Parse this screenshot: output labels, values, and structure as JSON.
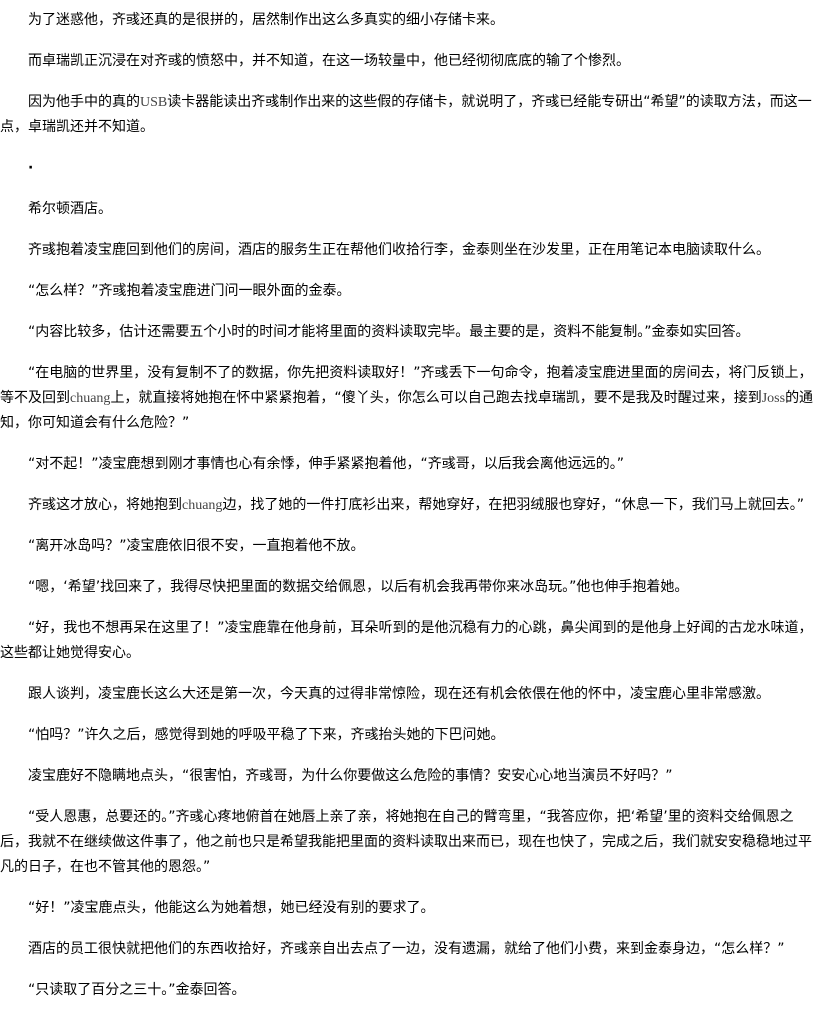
{
  "article": {
    "paragraphs": [
      [
        {
          "t": "为了迷惑他，齐彧还真的是很拼的，居然制作出这么多真实的细小存储卡来。"
        }
      ],
      [
        {
          "t": "而卓瑞凯正沉浸在对齐彧的愤怒中，并不知道，在这一场较量中，他已经彻彻底底的输了个惨烈。"
        }
      ],
      [
        {
          "t": "因为他手中的真的"
        },
        {
          "t": "USB",
          "latin": true
        },
        {
          "t": "读卡器能读出齐彧制作出来的这些假的存储卡，就说明了，齐彧已经能专研出“希望”的读取方法，而这一点，卓瑞凯还并不知道。"
        }
      ],
      [
        {
          "t": "·"
        }
      ],
      [
        {
          "t": "希尔顿酒店。"
        }
      ],
      [
        {
          "t": "齐彧抱着凌宝鹿回到他们的房间，酒店的服务生正在帮他们收拾行李，金泰则坐在沙发里，正在用笔记本电脑读取什么。"
        }
      ],
      [
        {
          "t": "“怎么样？”齐彧抱着凌宝鹿进门问一眼外面的金泰。"
        }
      ],
      [
        {
          "t": "“内容比较多，估计还需要五个小时的时间才能将里面的资料读取完毕。最主要的是，资料不能复制。”金泰如实回答。"
        }
      ],
      [
        {
          "t": "“在电脑的世界里，没有复制不了的数据，你先把资料读取好！”齐彧丢下一句命令，抱着凌宝鹿进里面的房间去，将门反锁上，等不及回到"
        },
        {
          "t": "chuang",
          "latin": true
        },
        {
          "t": "上，就直接将她抱在怀中紧紧抱着，“傻丫头，你怎么可以自己跑去找卓瑞凯，要不是我及时醒过来，接到"
        },
        {
          "t": "Joss",
          "latin": true
        },
        {
          "t": "的通知，你可知道会有什么危险？”"
        }
      ],
      [
        {
          "t": "“对不起！”凌宝鹿想到刚才事情也心有余悸，伸手紧紧抱着他，“齐彧哥，以后我会离他远远的。”"
        }
      ],
      [
        {
          "t": "齐彧这才放心，将她抱到"
        },
        {
          "t": "chuang",
          "latin": true
        },
        {
          "t": "边，找了她的一件打底衫出来，帮她穿好，在把羽绒服也穿好，“休息一下，我们马上就回去。”"
        }
      ],
      [
        {
          "t": "“离开冰岛吗？”凌宝鹿依旧很不安，一直抱着他不放。"
        }
      ],
      [
        {
          "t": "“嗯，‘希望’找回来了，我得尽快把里面的数据交给佩恩，以后有机会我再带你来冰岛玩。”他也伸手抱着她。"
        }
      ],
      [
        {
          "t": "“好，我也不想再呆在这里了！”凌宝鹿靠在他身前，耳朵听到的是他沉稳有力的心跳，鼻尖闻到的是他身上好闻的古龙水味道，这些都让她觉得安心。"
        }
      ],
      [
        {
          "t": "跟人谈判，凌宝鹿长这么大还是第一次，今天真的过得非常惊险，现在还有机会依偎在他的怀中，凌宝鹿心里非常感激。"
        }
      ],
      [
        {
          "t": "“怕吗？”许久之后，感觉得到她的呼吸平稳了下来，齐彧抬头她的下巴问她。"
        }
      ],
      [
        {
          "t": "凌宝鹿好不隐瞒地点头，“很害怕，齐彧哥，为什么你要做这么危险的事情？安安心心地当演员不好吗？”"
        }
      ],
      [
        {
          "t": "“受人恩惠，总要还的。”齐彧心疼地俯首在她唇上亲了亲，将她抱在自己的臂弯里，“我答应你，把‘希望’里的资料交给佩恩之后，我就不在继续做这件事了，他之前也只是希望我能把里面的资料读取出来而已，现在也快了，完成之后，我们就安安稳稳地过平凡的日子，在也不管其他的恩怨。”"
        }
      ],
      [
        {
          "t": "“好！”凌宝鹿点头，他能这么为她着想，她已经没有别的要求了。"
        }
      ],
      [
        {
          "t": "酒店的员工很快就把他们的东西收拾好，齐彧亲自出去点了一边，没有遗漏，就给了他们小费，来到金泰身边，“怎么样？”"
        }
      ],
      [
        {
          "t": "“只读取了百分之三十。”金泰回答。"
        }
      ]
    ]
  }
}
